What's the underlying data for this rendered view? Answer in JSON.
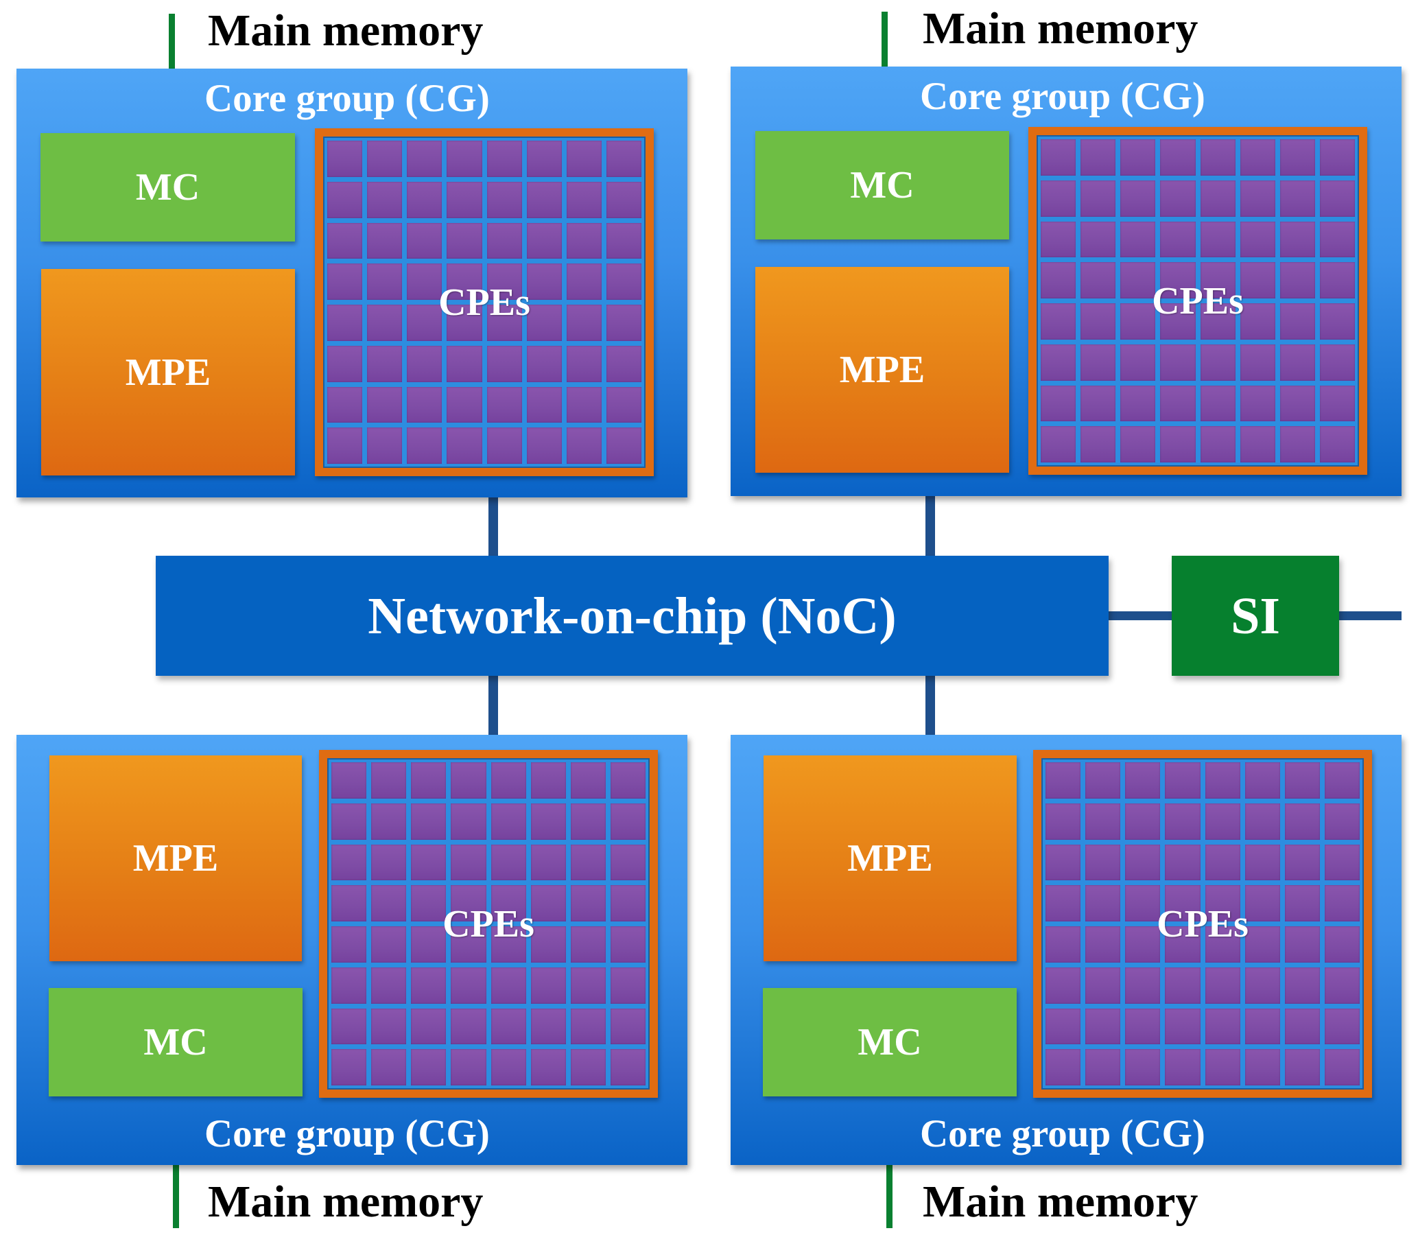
{
  "diagram": {
    "colors": {
      "core_group": "#3990EA",
      "memory_controller": "#6EBE44",
      "management_pe": "#E57F16",
      "cpe_border": "#E06C12",
      "cpe_cell": "#8050A6",
      "network_on_chip": "#0562C1",
      "system_interface": "#06802E",
      "memory_link": "#0A8030",
      "noc_link": "#1E4F8C"
    },
    "core_groups": [
      {
        "id": "cg-top-left",
        "title": "Core group (CG)",
        "memory_label": "Main memory",
        "mc_label": "MC",
        "mpe_label": "MPE",
        "cpe_label": "CPEs",
        "cpe_rows": 8,
        "cpe_cols": 8
      },
      {
        "id": "cg-top-right",
        "title": "Core group (CG)",
        "memory_label": "Main memory",
        "mc_label": "MC",
        "mpe_label": "MPE",
        "cpe_label": "CPEs",
        "cpe_rows": 8,
        "cpe_cols": 8
      },
      {
        "id": "cg-bottom-left",
        "title": "Core group (CG)",
        "memory_label": "Main memory",
        "mc_label": "MC",
        "mpe_label": "MPE",
        "cpe_label": "CPEs",
        "cpe_rows": 8,
        "cpe_cols": 8
      },
      {
        "id": "cg-bottom-right",
        "title": "Core group (CG)",
        "memory_label": "Main memory",
        "mc_label": "MC",
        "mpe_label": "MPE",
        "cpe_label": "CPEs",
        "cpe_rows": 8,
        "cpe_cols": 8
      }
    ],
    "noc": {
      "label": "Network-on-chip (NoC)"
    },
    "si": {
      "label": "SI"
    },
    "connections": [
      {
        "from": "cg-top-left",
        "to": "noc"
      },
      {
        "from": "cg-top-right",
        "to": "noc"
      },
      {
        "from": "cg-bottom-left",
        "to": "noc"
      },
      {
        "from": "cg-bottom-right",
        "to": "noc"
      },
      {
        "from": "noc",
        "to": "si"
      },
      {
        "from": "si",
        "to": "external"
      }
    ]
  }
}
